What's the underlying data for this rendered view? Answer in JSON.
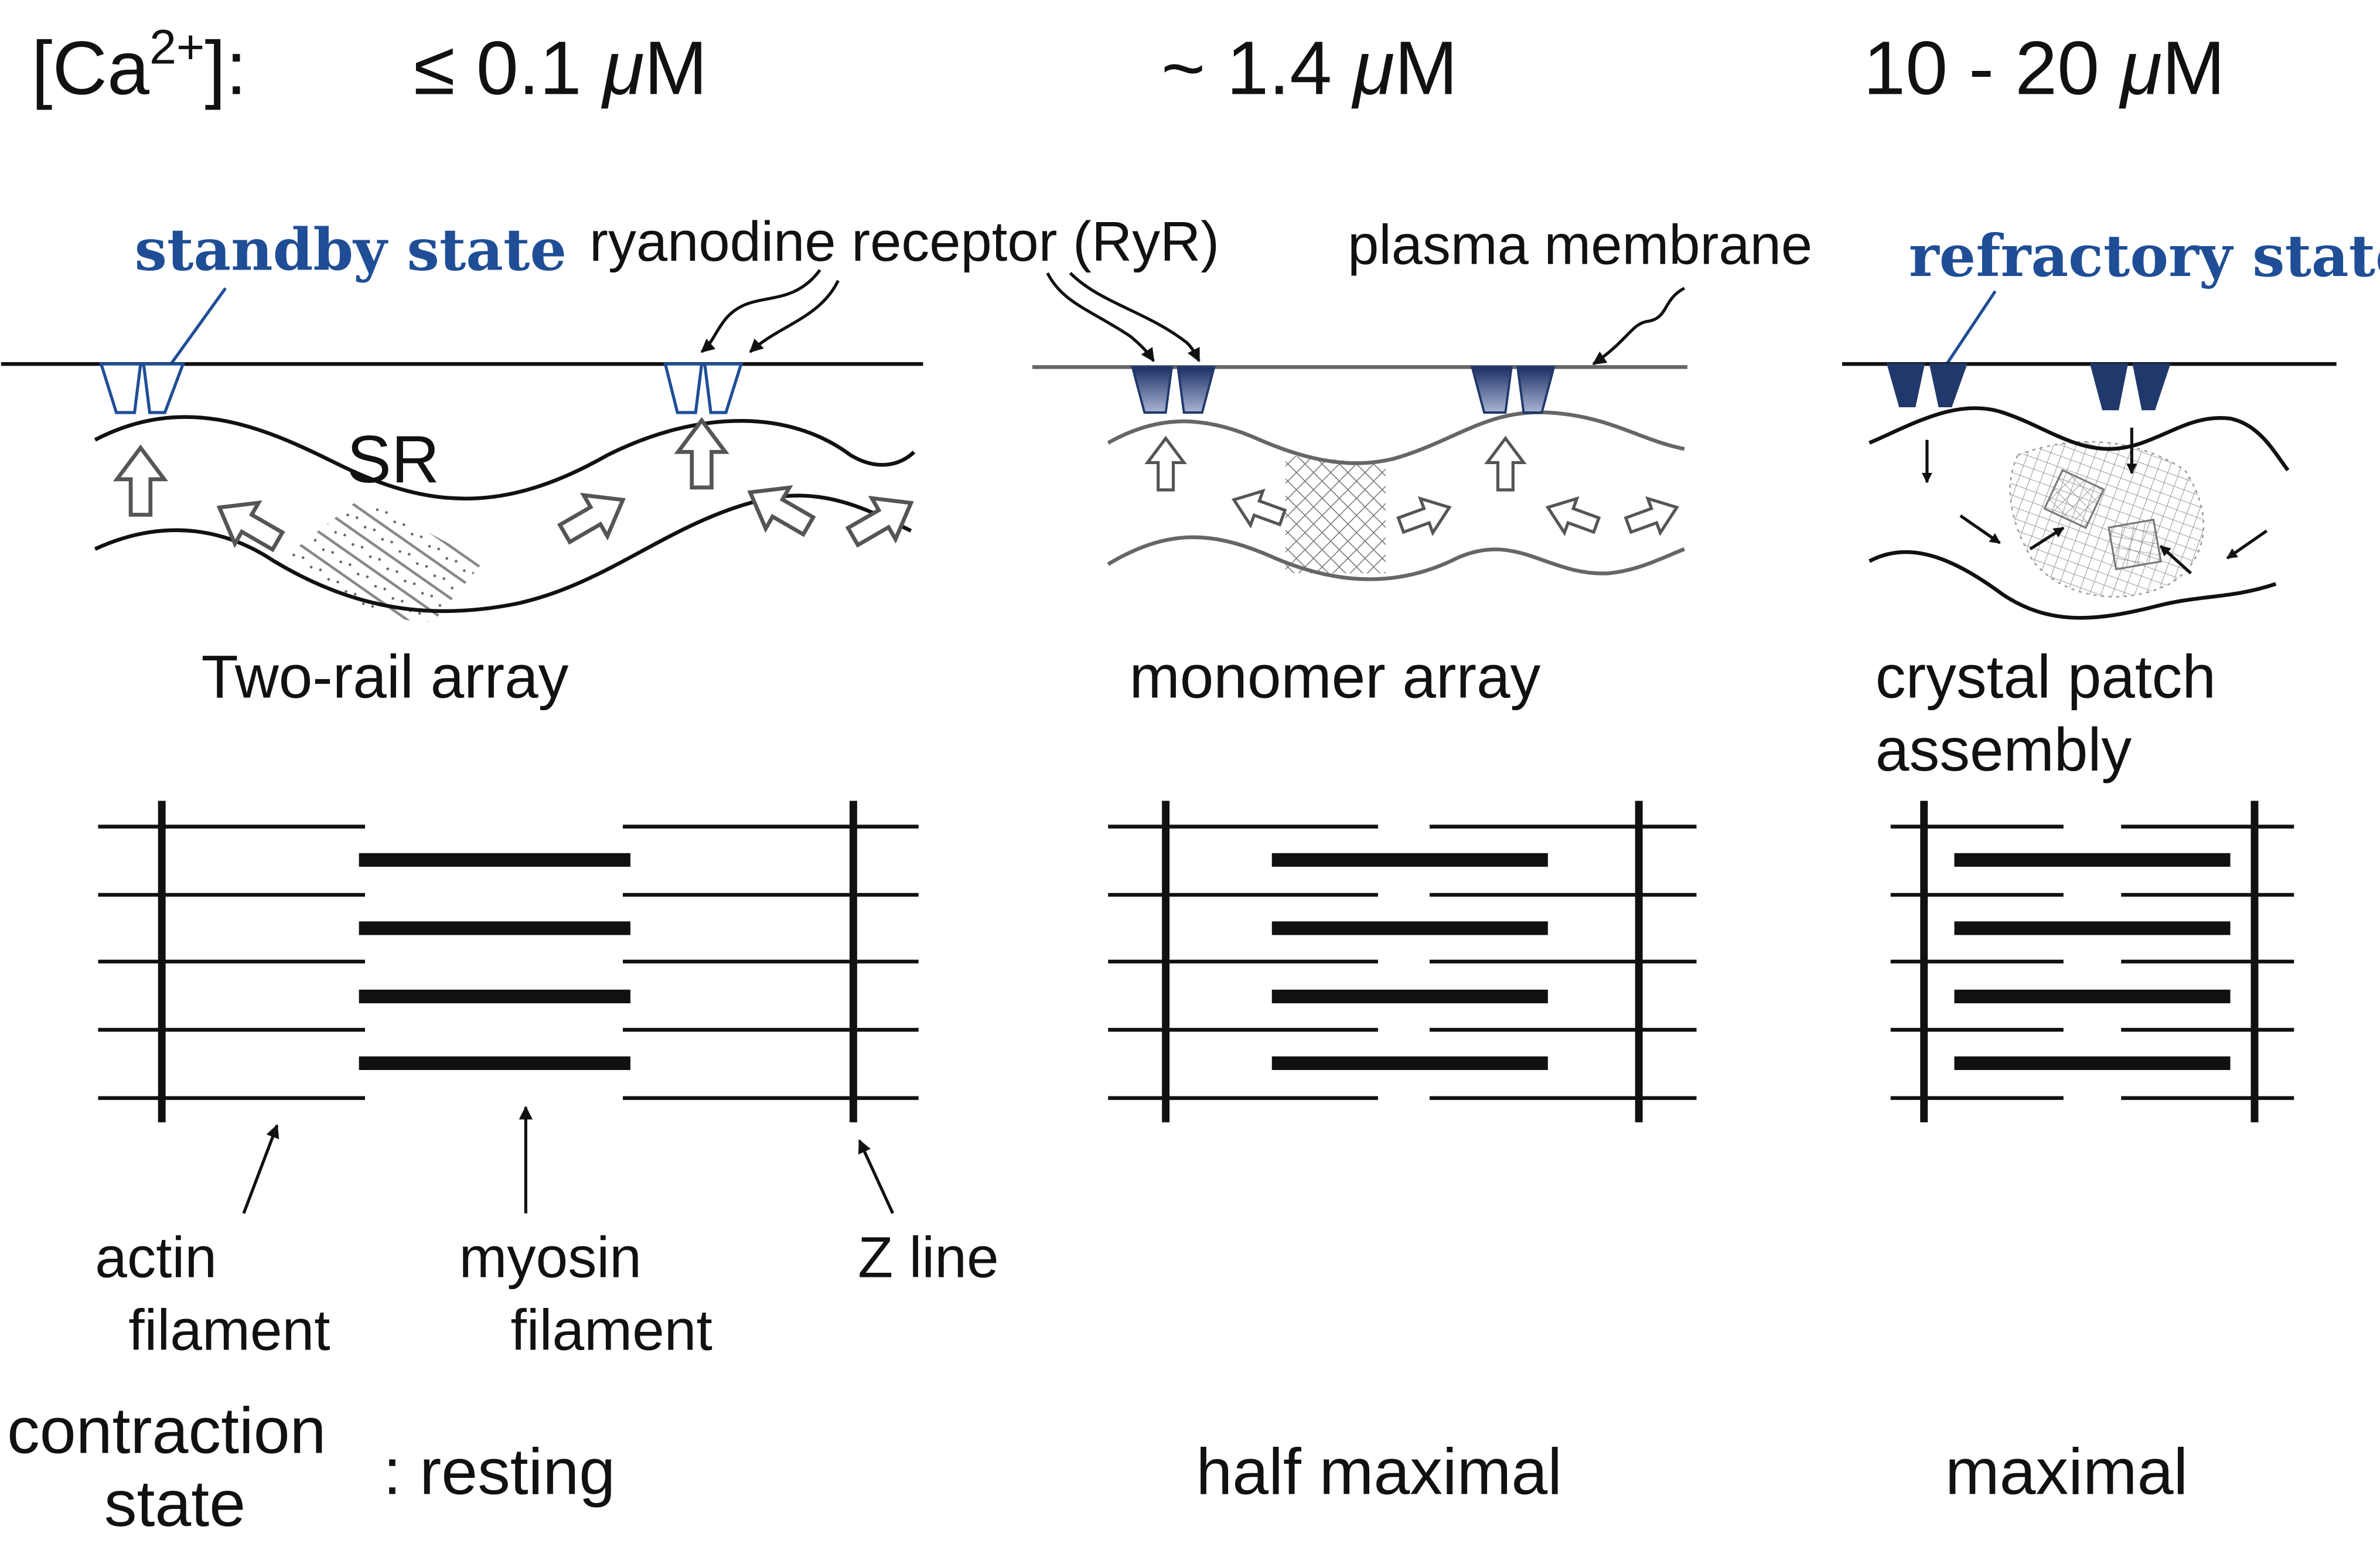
{
  "header": {
    "ca_label": "[Ca",
    "ca_sup": "2+",
    "ca_close": "]:",
    "conc_1_prefix": "≤ 0.1 ",
    "conc_2_prefix": "~ 1.4 ",
    "conc_3_prefix": "10 - 20 ",
    "unit_mu": "μ",
    "unit_m": "M"
  },
  "labels": {
    "standby_state": "standby state",
    "refractory_state": "refractory state",
    "ryanodine_receptor": "ryanodine receptor (RyR)",
    "plasma_membrane": "plasma membrane",
    "sr": "SR"
  },
  "arrays": {
    "left": "Two-rail array",
    "middle": "monomer array",
    "right_line1": "crystal patch",
    "right_line2": "assembly"
  },
  "sarcomere_labels": {
    "actin_line1": "actin",
    "actin_line2": "filament",
    "myosin_line1": "myosin",
    "myosin_line2": "filament",
    "z_line": "Z line"
  },
  "contraction": {
    "label_line1": "contraction",
    "label_line2": "state",
    "colon": ":",
    "resting": "resting",
    "half_maximal": "half maximal",
    "maximal": "maximal"
  },
  "colors": {
    "state_blue": "#1f4e96",
    "receptor_dark": "#20386b",
    "line": "#111111",
    "gray_line": "#666666"
  },
  "icons": {
    "pathway_arrow": "outline-block-arrow-icon",
    "pointer_arrow": "curved-pointer-arrow-icon"
  }
}
